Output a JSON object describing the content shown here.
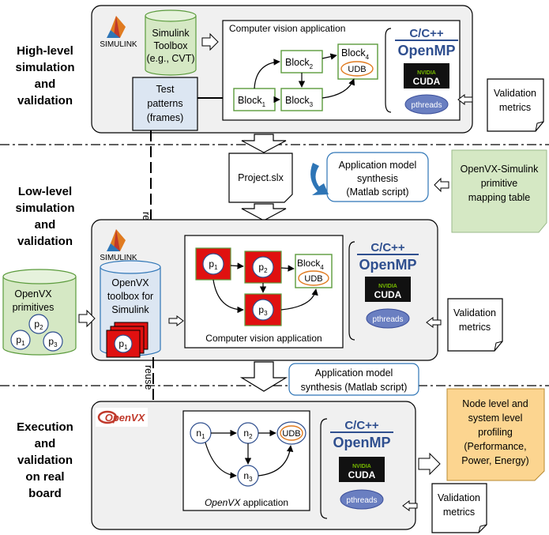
{
  "stages": [
    {
      "lines": [
        "High-level",
        "simulation",
        "and",
        "validation"
      ]
    },
    {
      "lines": [
        "Low-level",
        "simulation",
        "and",
        "validation"
      ]
    },
    {
      "lines": [
        "Execution",
        "and",
        "validation",
        "on real",
        "board"
      ]
    }
  ],
  "logos": {
    "simulink": "SIMULINK",
    "openvx": "OpenVX",
    "cpp": "C/C++",
    "openmp": "OpenMP",
    "nvidia": "NVIDIA",
    "cuda": "CUDA",
    "pthreads": "pthreads"
  },
  "top": {
    "toolbox": [
      "Simulink",
      "Toolbox",
      "(e.g., CVT)"
    ],
    "test_patterns": [
      "Test",
      "patterns",
      "(frames)"
    ],
    "app_title": "Computer vision application",
    "blocks": {
      "b1": "Block",
      "b1_sub": "1",
      "b2": "Block",
      "b2_sub": "2",
      "b3": "Block",
      "b3_sub": "3",
      "b4": "Block",
      "b4_sub": "4",
      "udb": "UDB"
    }
  },
  "validation_metrics": [
    "Validation",
    "metrics"
  ],
  "project_file": "Project.slx",
  "synthesis1": [
    "Application model",
    "synthesis",
    "(Matlab script)"
  ],
  "mapping_table": [
    "OpenVX-Simulink",
    "primitive",
    "mapping table"
  ],
  "reuse": "reuse",
  "mid": {
    "primitives_db": [
      "OpenVX",
      "primitives"
    ],
    "primitive_nodes": [
      {
        "label": "p",
        "sub": "2"
      },
      {
        "label": "p",
        "sub": "1"
      },
      {
        "label": "p",
        "sub": "3"
      }
    ],
    "toolbox": [
      "OpenVX",
      "toolbox for",
      "Simulink"
    ],
    "toolbox_node": {
      "label": "p",
      "sub": "1"
    },
    "app_title": "Computer vision application",
    "nodes": [
      {
        "label": "p",
        "sub": "1"
      },
      {
        "label": "p",
        "sub": "2"
      },
      {
        "label": "p",
        "sub": "3"
      }
    ],
    "block4": "Block",
    "block4_sub": "4",
    "udb": "UDB"
  },
  "synthesis2": [
    "Application model",
    "synthesis (Matlab script)"
  ],
  "bottom": {
    "app_title_italic": "OpenVX",
    "app_title_rest": " application",
    "nodes": [
      {
        "label": "n",
        "sub": "1"
      },
      {
        "label": "n",
        "sub": "2"
      },
      {
        "label": "n",
        "sub": "3"
      }
    ],
    "udb": "UDB"
  },
  "profiling": [
    "Node level and",
    "system level",
    "profiling",
    "(Performance,",
    "Power, Energy)"
  ],
  "colors": {
    "panel": "#f0f0f0",
    "block_green": "#5b9b3c",
    "test_blue": "#dce6f2",
    "primitive_red": "#e01010",
    "mapping_green": "#d5e8c4",
    "profiling_orange": "#fcd590",
    "node_blue": "#2f4f8f",
    "udb_orange": "#e07b20",
    "sync_blue": "#2e75b6"
  }
}
